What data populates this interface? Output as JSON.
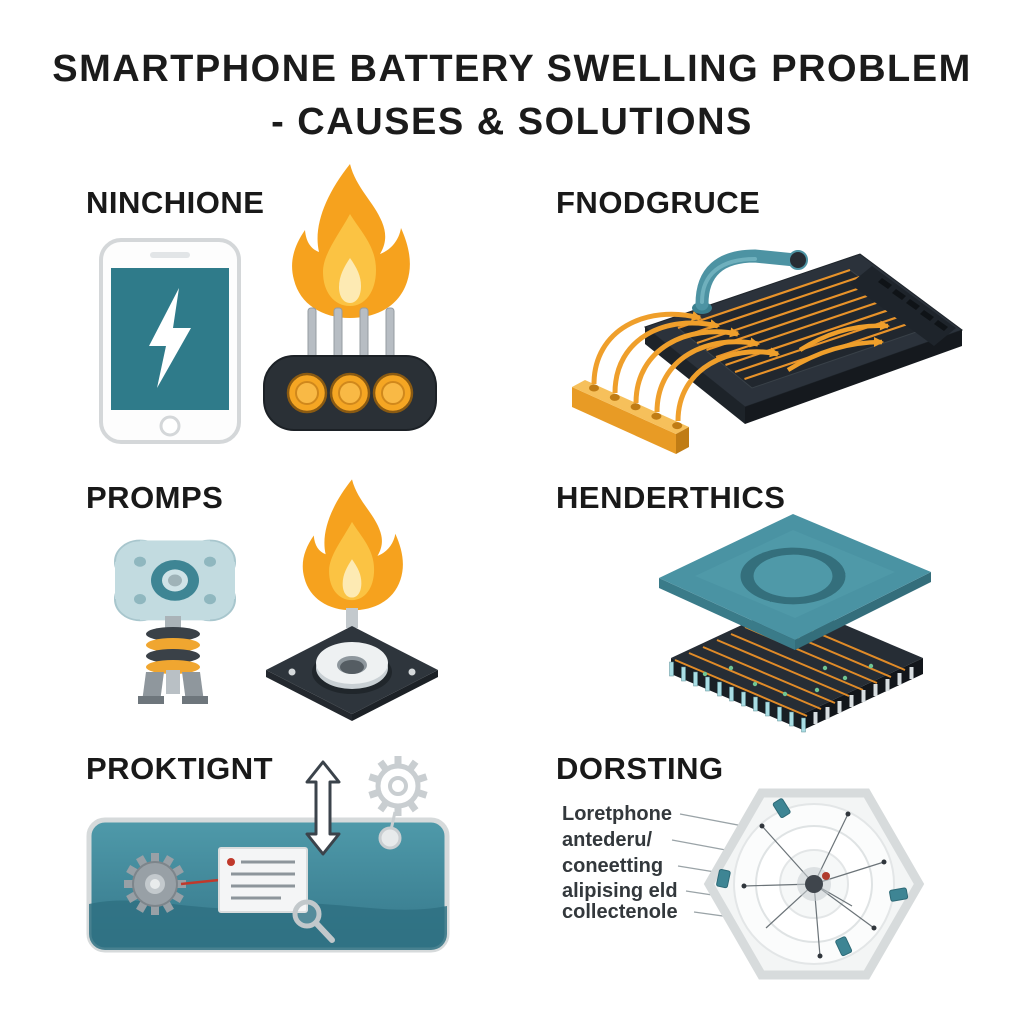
{
  "title": {
    "line1": "SMARTPHONE BATTERY SWELLING PROBLEM",
    "line2": "- CAUSES & SOLUTIONS"
  },
  "sections": {
    "s1": {
      "heading": "NINCHIONE"
    },
    "s2": {
      "heading": "FNODGRUCE"
    },
    "s3": {
      "heading": "PROMPS"
    },
    "s4": {
      "heading": "HENDERTHICS"
    },
    "s5": {
      "heading": "PROKTIGNT"
    },
    "s6": {
      "heading": "DORSTING",
      "labels": [
        "Loretphone",
        "antederu/",
        "coneetting",
        "alipising eld",
        "collectenole"
      ]
    }
  },
  "colors": {
    "teal": "#3e8594",
    "plate_teal": "#4a93a3",
    "orange": "#f5a623",
    "flame_orange": "#f6a21e",
    "dark_navy": "#2b323b",
    "text": "#1b1b1b",
    "background": "#ffffff"
  }
}
